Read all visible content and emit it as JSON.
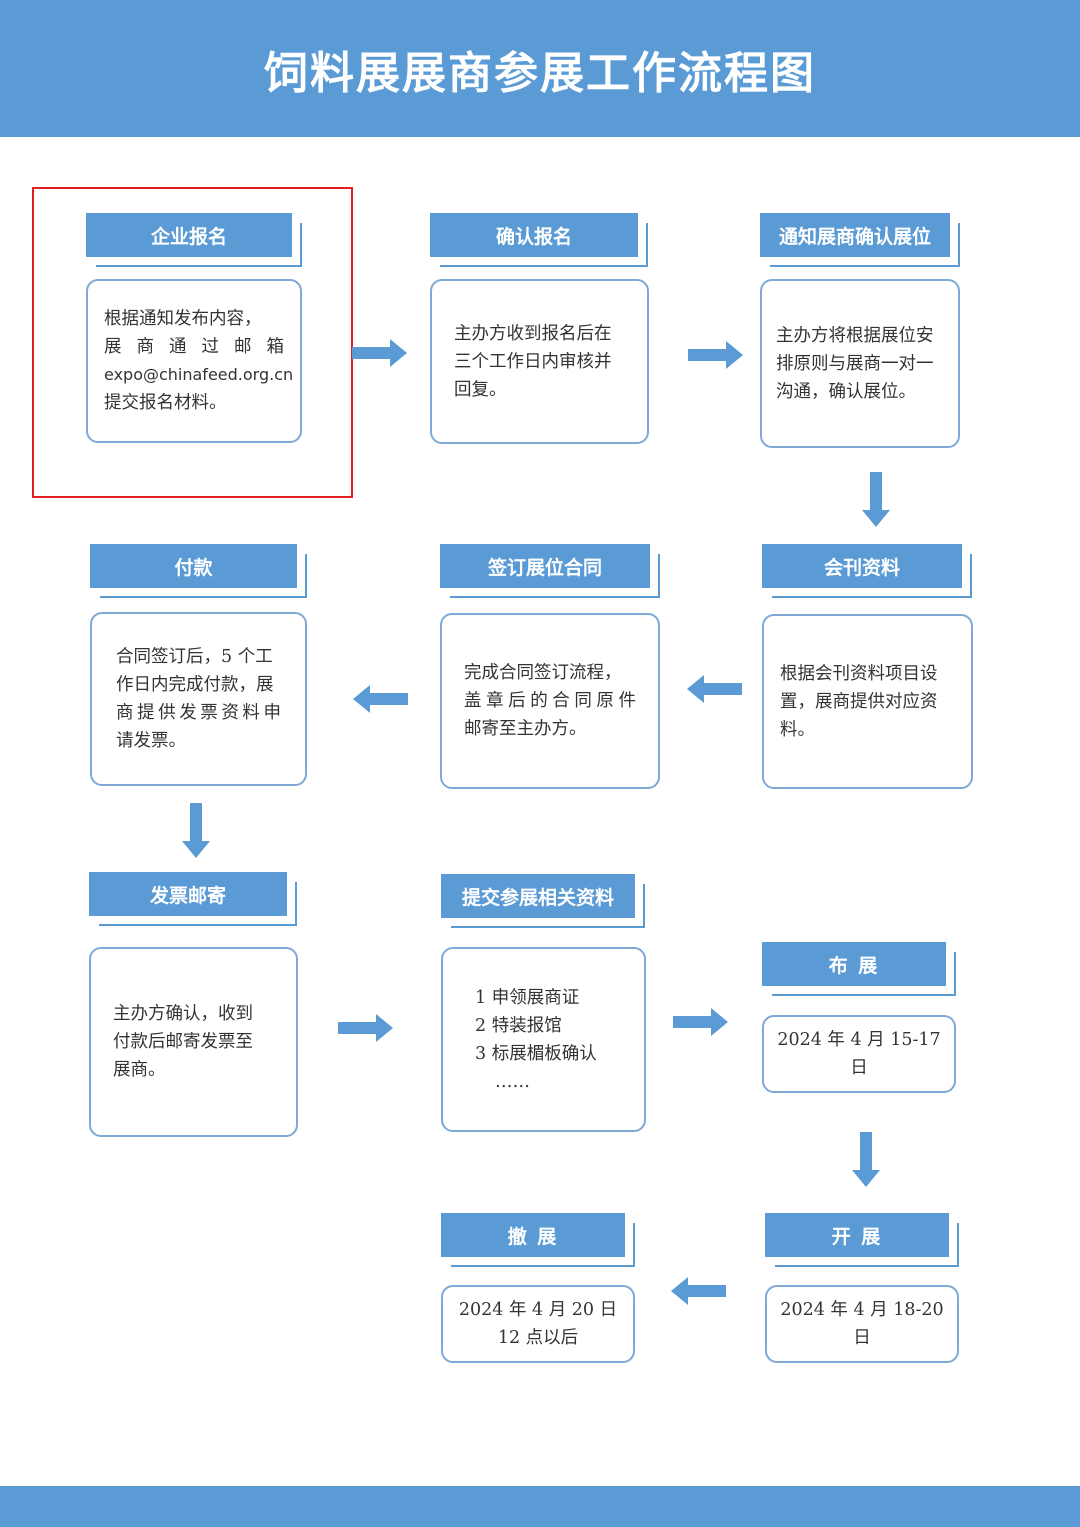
{
  "header": {
    "title": "饲料展展商参展工作流程图"
  },
  "colors": {
    "accent": "#5b9bd5",
    "border": "#7ea8d6",
    "highlight": "#e02020",
    "arrow": "#5b9bd5"
  },
  "steps": [
    {
      "label": "企业报名",
      "lines": [
        "根据通知发布内容，",
        "展 商 通 过 邮 箱",
        "expo@chinafeed.org.cn",
        "提交报名材料。"
      ]
    },
    {
      "label": "确认报名",
      "lines": [
        "主办方收到报名后在",
        "三个工作日内审核并",
        "回复。"
      ]
    },
    {
      "label": "通知展商确认展位",
      "lines": [
        "主办方将根据展位安",
        "排原则与展商一对一",
        "沟通，确认展位。"
      ]
    },
    {
      "label": "会刊资料",
      "lines": [
        "根据会刊资料项目设",
        "置，展商提供对应资",
        "料。"
      ]
    },
    {
      "label": "签订展位合同",
      "lines": [
        "完成合同签订流程，",
        "盖章后的合同原件",
        "邮寄至主办方。"
      ]
    },
    {
      "label": "付款",
      "lines": [
        "合同签订后，5 个工",
        "作日内完成付款，展",
        "商提供发票资料申",
        "请发票。"
      ]
    },
    {
      "label": "发票邮寄",
      "lines": [
        "主办方确认，收到",
        "付款后邮寄发票至",
        "展商。"
      ]
    },
    {
      "label": "提交参展相关资料",
      "lines": [
        "1  申领展商证",
        "2  特装报馆",
        "3  标展楣板确认",
        "……"
      ]
    },
    {
      "label": "布 展",
      "lines": [
        "2024 年 4 月 15-17 日"
      ]
    },
    {
      "label": "开 展",
      "lines": [
        "2024 年 4 月 18-20 日"
      ]
    },
    {
      "label": "撤 展",
      "lines": [
        "2024 年 4 月 20 日",
        "12 点以后"
      ]
    }
  ]
}
